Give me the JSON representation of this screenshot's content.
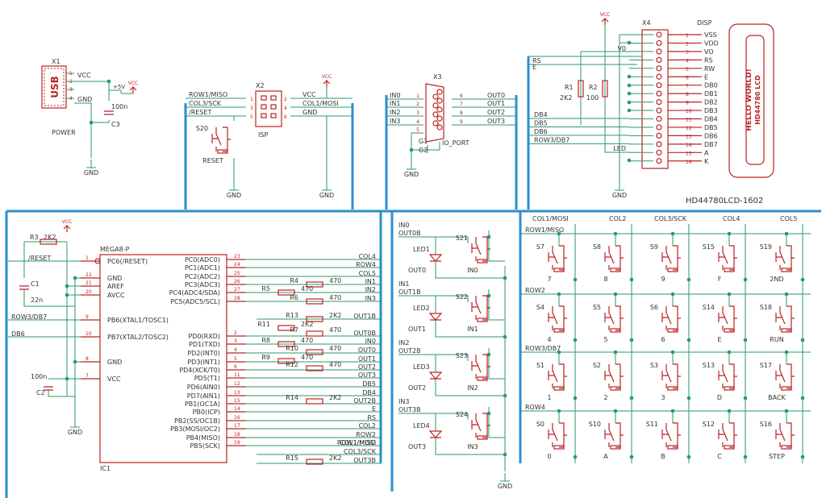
{
  "power": {
    "ref": "X1",
    "name": "POWER",
    "usb": "USB",
    "pins": [
      "1",
      "2",
      "3",
      "4"
    ],
    "vcc": "VCC",
    "gnd": "GND",
    "plus5": "+5V",
    "cap_ref": "C3",
    "cap_val": "100n"
  },
  "rails": {
    "vcc": "VCC",
    "gnd": "GND"
  },
  "isp": {
    "ref": "X2",
    "name": "ISP",
    "left_nets": [
      "ROW1/MISO",
      "COL3/SCK",
      "/RESET"
    ],
    "right_nets": [
      "VCC",
      "COL1/MOSI",
      "GND"
    ],
    "pins_left": [
      "1",
      "3",
      "5"
    ],
    "pins_right": [
      "2",
      "4",
      "6"
    ],
    "switch_ref": "S20",
    "switch_name": "RESET"
  },
  "ioport": {
    "ref": "X3",
    "name": "IO_PORT",
    "ins": [
      "IN0",
      "IN1",
      "IN2",
      "IN3"
    ],
    "outs": [
      "OUT0",
      "OUT1",
      "OUT2",
      "OUT3"
    ],
    "pins_left": [
      "1",
      "2",
      "3",
      "4"
    ],
    "pins_right": [
      "6",
      "7",
      "8",
      "9"
    ],
    "g1": "G1",
    "g2": "G2",
    "pin5": "5"
  },
  "lcd": {
    "conn_ref": "X4",
    "disp_ref": "DISP",
    "model": "HD44780LCD-1602",
    "screen_lines": [
      "HELLO WORLD!",
      "HD44780 LCD"
    ],
    "pins": [
      "VSS",
      "VDD",
      "VO",
      "RS",
      "RW",
      "E",
      "DB0",
      "DB1",
      "DB2",
      "DB3",
      "DB4",
      "DB5",
      "DB6",
      "DB7",
      "A",
      "K"
    ],
    "numbers": [
      "1",
      "2",
      "3",
      "4",
      "5",
      "6",
      "7",
      "8",
      "9",
      "10",
      "11",
      "12",
      "13",
      "14",
      "15",
      "16"
    ],
    "nets": {
      "rs": "RS",
      "e": "E",
      "vo": "V0",
      "led": "LED",
      "db": [
        "DB4",
        "DB5",
        "DB6",
        "ROW3/DB7"
      ]
    },
    "r1": {
      "ref": "R1",
      "val": "2K2"
    },
    "r2": {
      "ref": "R2",
      "val": "100"
    }
  },
  "mcu": {
    "ref": "IC1",
    "part": "MEGA8-P",
    "left_pins": [
      {
        "num": "1",
        "name": "PC6(/RESET)"
      },
      {
        "num": "22",
        "name": "GND"
      },
      {
        "num": "21",
        "name": "AREF"
      },
      {
        "num": "20",
        "name": "AVCC"
      },
      {
        "num": "9",
        "name": "PB6(XTAL1/TOSC1)"
      },
      {
        "num": "10",
        "name": "PB7(XTAL2/TOSC2)"
      },
      {
        "num": "8",
        "name": "GND"
      },
      {
        "num": "7",
        "name": "VCC"
      }
    ],
    "right_pins": [
      {
        "num": "23",
        "name": "PC0(ADC0)",
        "net": "COL4"
      },
      {
        "num": "24",
        "name": "PC1(ADC1)",
        "net": "ROW4"
      },
      {
        "num": "25",
        "name": "PC2(ADC2)",
        "net": "COL5"
      },
      {
        "num": "26",
        "name": "PC3(ADC3)",
        "net": "IN1"
      },
      {
        "num": "27",
        "name": "PC4(ADC4/SDA)",
        "net": "IN2"
      },
      {
        "num": "28",
        "name": "PC5(ADC5/SCL)",
        "net": "IN3"
      },
      {
        "num": "2",
        "name": "PD0(RXD)",
        "net": "OUT0B"
      },
      {
        "num": "3",
        "name": "PD1(TXD)",
        "net": "IN0"
      },
      {
        "num": "4",
        "name": "PD2(INT0)",
        "net": "OUT0"
      },
      {
        "num": "5",
        "name": "PD3(INT1)",
        "net": "OUT1"
      },
      {
        "num": "6",
        "name": "PD4(XCK/T0)",
        "net": "OUT2"
      },
      {
        "num": "11",
        "name": "PD5(T1)",
        "net": "OUT3"
      },
      {
        "num": "12",
        "name": "PD6(AIN0)",
        "net": "DB5"
      },
      {
        "num": "13",
        "name": "PD7(AIN1)",
        "net": "DB4"
      },
      {
        "num": "14",
        "name": "PB0(ICP)",
        "net": "E"
      },
      {
        "num": "15",
        "name": "PB1(OC1A)",
        "net": "OUT2B"
      },
      {
        "num": "16",
        "name": "PB2(SS/OC1B)",
        "net": "RS"
      },
      {
        "num": "17",
        "name": "PB3(MOSI/OC2)",
        "net": "COL2"
      },
      {
        "num": "18",
        "name": "PB4(MISO)",
        "net": "ROW2"
      },
      {
        "num": "19",
        "name": "PB5(SCK)",
        "net": "COL1/MOSI"
      }
    ],
    "extra_nets": [
      "ROW1/MISO",
      "COL3/SCK",
      "OUT3B",
      "OUT1B"
    ],
    "left_nets": {
      "reset": "/RESET",
      "row3": "ROW3/DB7",
      "db6": "DB6"
    },
    "r3": {
      "ref": "R3",
      "val": "2K2"
    },
    "c1": {
      "ref": "C1",
      "val": "22n"
    },
    "c2": {
      "ref": "C2",
      "val": "100n"
    },
    "resistors": [
      {
        "ref": "R4",
        "val": "470"
      },
      {
        "ref": "R5",
        "val": "470"
      },
      {
        "ref": "R6",
        "val": "470"
      },
      {
        "ref": "R13",
        "val": "2K2"
      },
      {
        "ref": "R11",
        "val": "2K2"
      },
      {
        "ref": "R7",
        "val": "470"
      },
      {
        "ref": "R8",
        "val": "470"
      },
      {
        "ref": "R10",
        "val": "470"
      },
      {
        "ref": "R9",
        "val": "470"
      },
      {
        "ref": "R12",
        "val": "470"
      },
      {
        "ref": "R14",
        "val": "2K2"
      },
      {
        "ref": "R15",
        "val": "2K2"
      }
    ]
  },
  "io_section": {
    "blocks": [
      {
        "in_net": "IN0",
        "outb": "OUT0B",
        "led": "LED1",
        "out": "OUT0",
        "sw": "S21",
        "sw_label": "IN0"
      },
      {
        "in_net": "IN1",
        "outb": "OUT1B",
        "led": "LED2",
        "out": "OUT1",
        "sw": "S22",
        "sw_label": "IN1"
      },
      {
        "in_net": "IN2",
        "outb": "OUT2B",
        "led": "LED3",
        "out": "OUT2",
        "sw": "S23",
        "sw_label": "IN2"
      },
      {
        "in_net": "IN3",
        "outb": "OUT3B",
        "led": "LED4",
        "out": "OUT3",
        "sw": "S24",
        "sw_label": "IN3"
      }
    ],
    "gnd": "GND"
  },
  "keypad": {
    "cols": [
      "COL1/MOSI",
      "COL2",
      "COL3/SCK",
      "COL4",
      "COL5"
    ],
    "rows": [
      "ROW1/MISO",
      "ROW2",
      "ROW3/DB7",
      "ROW4"
    ],
    "keys": [
      [
        {
          "ref": "S7",
          "label": "7"
        },
        {
          "ref": "S8",
          "label": "8"
        },
        {
          "ref": "S9",
          "label": "9"
        },
        {
          "ref": "S15",
          "label": "F"
        },
        {
          "ref": "S19",
          "label": "2ND"
        }
      ],
      [
        {
          "ref": "S4",
          "label": "4"
        },
        {
          "ref": "S5",
          "label": "5"
        },
        {
          "ref": "S6",
          "label": "6"
        },
        {
          "ref": "S14",
          "label": "E"
        },
        {
          "ref": "S18",
          "label": "RUN"
        }
      ],
      [
        {
          "ref": "S1",
          "label": "1"
        },
        {
          "ref": "S2",
          "label": "2"
        },
        {
          "ref": "S3",
          "label": "3"
        },
        {
          "ref": "S13",
          "label": "D"
        },
        {
          "ref": "S17",
          "label": "BACK"
        }
      ],
      [
        {
          "ref": "S0",
          "label": "0"
        },
        {
          "ref": "S10",
          "label": "A"
        },
        {
          "ref": "S11",
          "label": "B"
        },
        {
          "ref": "S12",
          "label": "C"
        },
        {
          "ref": "S16",
          "label": "STEP"
        }
      ]
    ]
  }
}
